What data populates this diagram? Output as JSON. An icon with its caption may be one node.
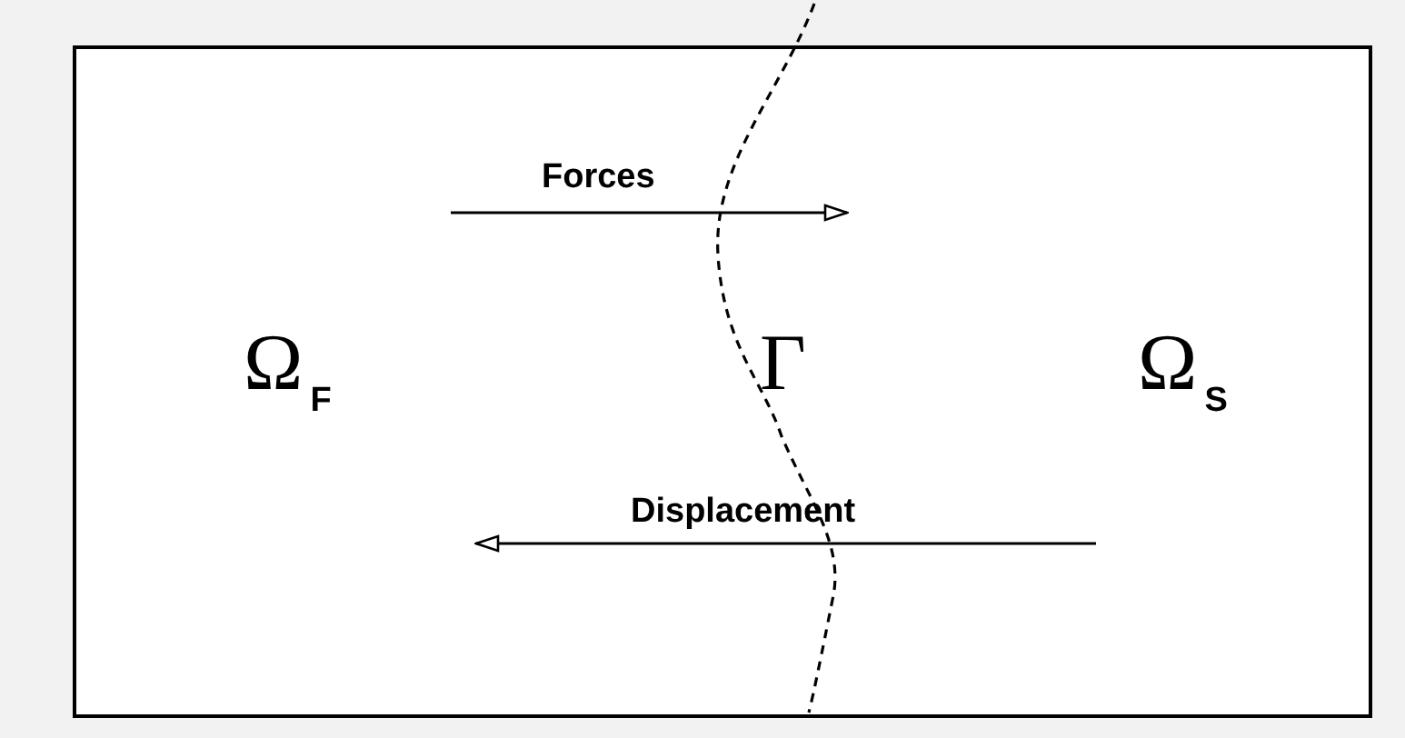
{
  "diagram": {
    "labels": [
      "Forces",
      "Ω$_{F}$",
      "Γ",
      "Ω$_{S}$",
      "Displacement"
    ]
  }
}
